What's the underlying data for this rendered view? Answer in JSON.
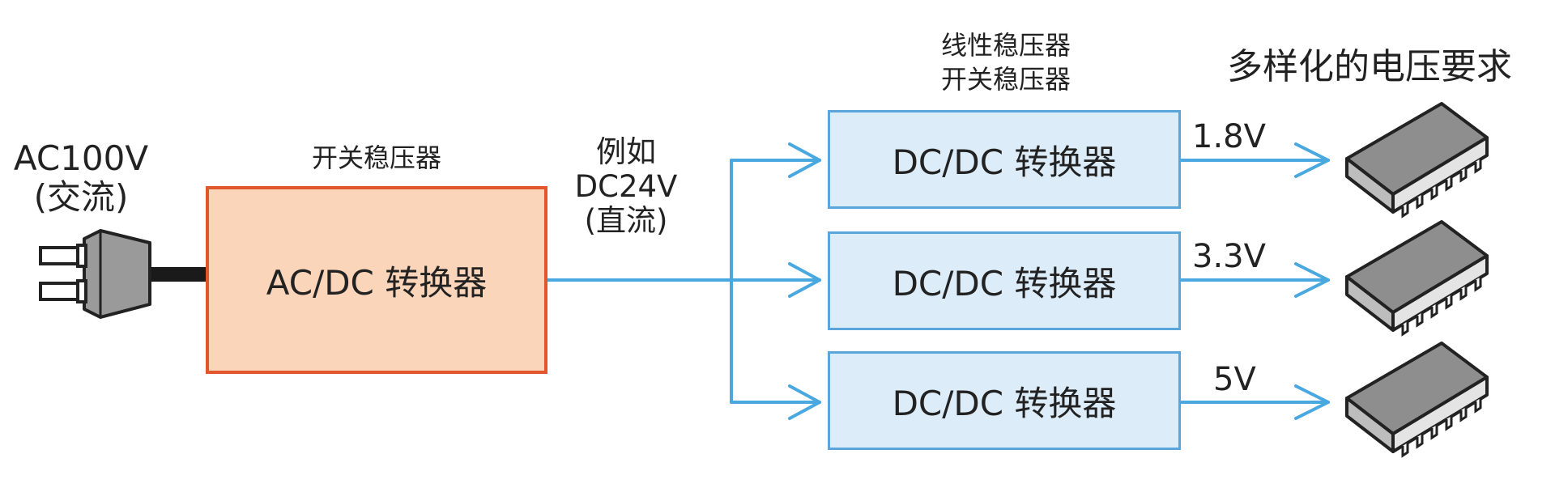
{
  "input": {
    "label_line1": "AC100V",
    "label_line2": "(交流)",
    "icon": "power-plug-icon"
  },
  "stage1": {
    "caption": "开关稳压器",
    "label": "AC/DC 转换器"
  },
  "bus": {
    "line1": "例如",
    "line2": "DC24V",
    "line3": "(直流)"
  },
  "regulator_types": {
    "line1": "线性稳压器",
    "line2": "开关稳压器"
  },
  "converters": [
    {
      "label": "DC/DC 转换器",
      "output_voltage": "1.8V"
    },
    {
      "label": "DC/DC 转换器",
      "output_voltage": "3.3V"
    },
    {
      "label": "DC/DC 转换器",
      "output_voltage": "5V"
    }
  ],
  "outputs_title": "多样化的电压要求",
  "load_icon": "ic-chip-icon",
  "colors": {
    "acdc_fill": "#fbd5b9",
    "acdc_border": "#e1562b",
    "dcdc_fill": "#dcecf8",
    "dcdc_border": "#5aa6db",
    "arrow": "#4aa8e0",
    "chip_body": "#8e8e8e"
  }
}
